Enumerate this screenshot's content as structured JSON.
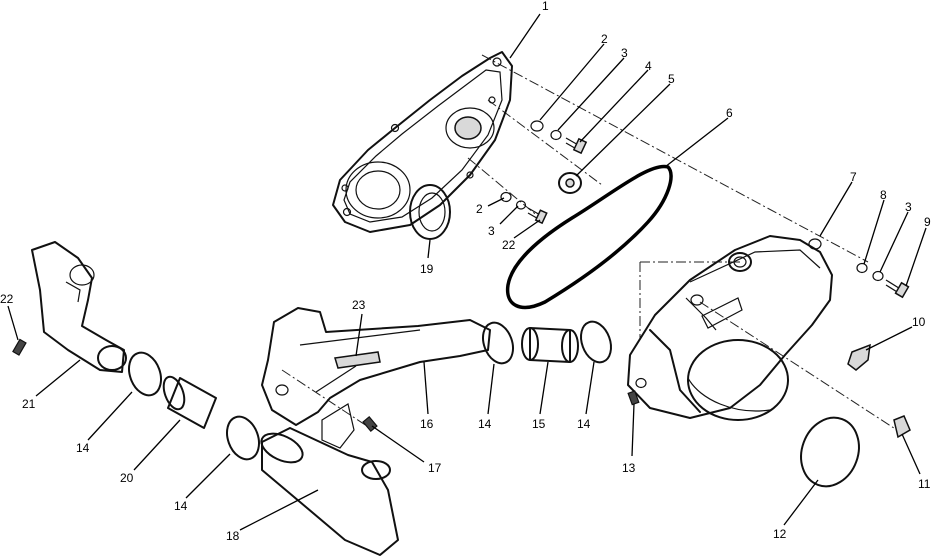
{
  "callouts": [
    {
      "id": "c1",
      "label": "1"
    },
    {
      "id": "c2a",
      "label": "2"
    },
    {
      "id": "c3a",
      "label": "3"
    },
    {
      "id": "c4",
      "label": "4"
    },
    {
      "id": "c5",
      "label": "5"
    },
    {
      "id": "c6",
      "label": "6"
    },
    {
      "id": "c7",
      "label": "7"
    },
    {
      "id": "c8",
      "label": "8"
    },
    {
      "id": "c3c",
      "label": "3"
    },
    {
      "id": "c9",
      "label": "9"
    },
    {
      "id": "c10",
      "label": "10"
    },
    {
      "id": "c11",
      "label": "11"
    },
    {
      "id": "c12",
      "label": "12"
    },
    {
      "id": "c13",
      "label": "13"
    },
    {
      "id": "c14c",
      "label": "14"
    },
    {
      "id": "c15",
      "label": "15"
    },
    {
      "id": "c14b",
      "label": "14"
    },
    {
      "id": "c16",
      "label": "16"
    },
    {
      "id": "c17",
      "label": "17"
    },
    {
      "id": "c18",
      "label": "18"
    },
    {
      "id": "c19",
      "label": "19"
    },
    {
      "id": "c2b",
      "label": "2"
    },
    {
      "id": "c3b",
      "label": "3"
    },
    {
      "id": "c22b",
      "label": "22"
    },
    {
      "id": "c23",
      "label": "23"
    },
    {
      "id": "c22a",
      "label": "22"
    },
    {
      "id": "c21",
      "label": "21"
    },
    {
      "id": "c14a",
      "label": "14"
    },
    {
      "id": "c20",
      "label": "20"
    },
    {
      "id": "c14d",
      "label": "14"
    }
  ]
}
